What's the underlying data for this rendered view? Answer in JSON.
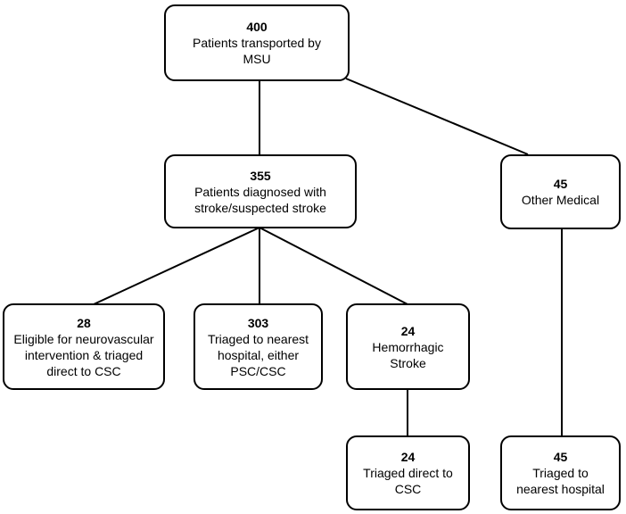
{
  "nodes": {
    "root": {
      "count": "400",
      "lines": [
        "Patients transported by",
        "MSU"
      ]
    },
    "stroke": {
      "count": "355",
      "lines": [
        "Patients diagnosed with",
        "stroke/suspected stroke"
      ]
    },
    "other": {
      "count": "45",
      "lines": [
        "Other Medical"
      ]
    },
    "eligible": {
      "count": "28",
      "lines": [
        "Eligible for neurovascular",
        "intervention & triaged",
        "direct to CSC"
      ]
    },
    "triaged": {
      "count": "303",
      "lines": [
        "Triaged to nearest",
        "hospital, either",
        "PSC/CSC"
      ]
    },
    "hemorrhagic": {
      "count": "24",
      "lines": [
        "Hemorrhagic",
        "Stroke"
      ]
    },
    "hemo_csc": {
      "count": "24",
      "lines": [
        "Triaged direct to",
        "CSC"
      ]
    },
    "other_hosp": {
      "count": "45",
      "lines": [
        "Triaged to",
        "nearest hospital"
      ]
    }
  }
}
